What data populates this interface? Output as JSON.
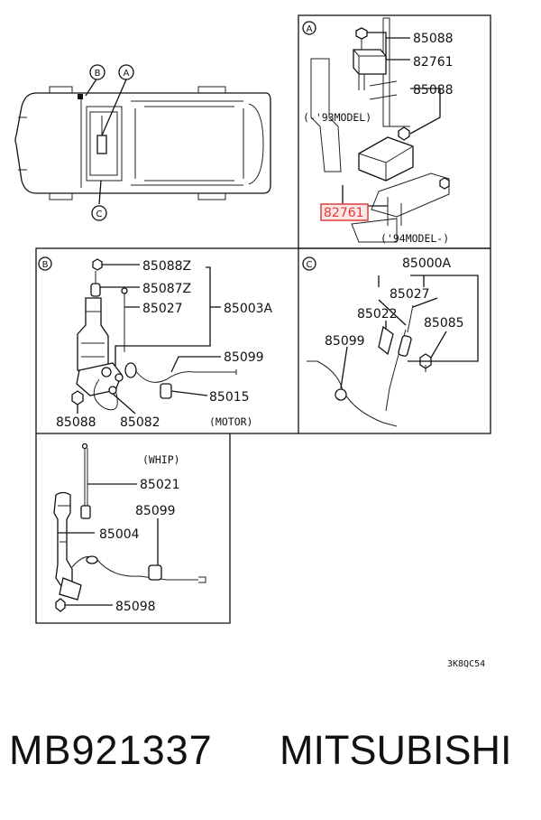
{
  "panels": {
    "a": {
      "badge": "A",
      "labels": [
        "85088",
        "82761",
        "85088",
        "82761"
      ],
      "notes": [
        "(-'93MODEL)",
        "('94MODEL-)"
      ]
    },
    "b": {
      "badge": "B",
      "labels": [
        "85088Z",
        "85087Z",
        "85027",
        "85003A",
        "85099",
        "85015",
        "85088",
        "85082"
      ],
      "note": "(MOTOR)"
    },
    "c": {
      "badge": "C",
      "labels": [
        "85000A",
        "85027",
        "85022",
        "85085",
        "85099"
      ]
    },
    "whip": {
      "note": "(WHIP)",
      "labels": [
        "85021",
        "85099",
        "85004",
        "85098"
      ]
    }
  },
  "vehicle": {
    "callouts": [
      "B",
      "A",
      "C"
    ]
  },
  "diagram_code": "3K8QC54",
  "footer": {
    "part_number": "MB921337",
    "brand": "MITSUBISHI"
  },
  "colors": {
    "highlight": "#e23b3b",
    "highlight_fill": "#fde6e6"
  }
}
